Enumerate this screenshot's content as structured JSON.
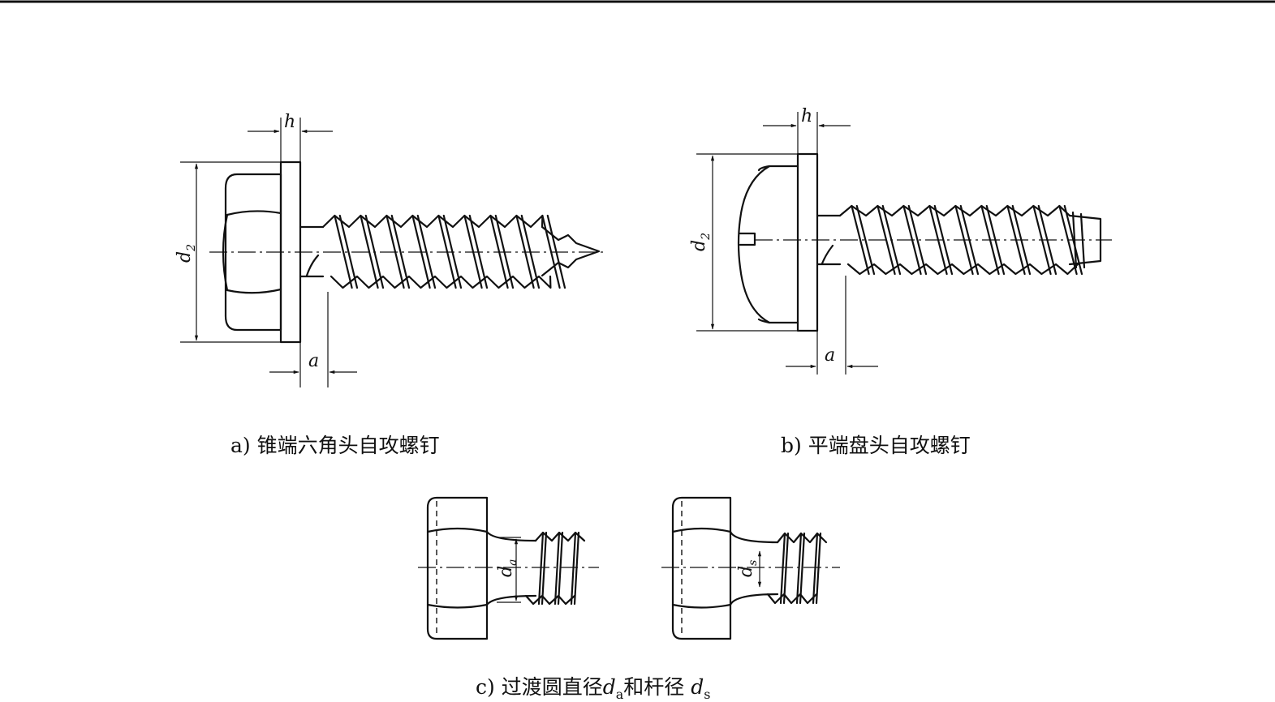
{
  "captions": {
    "a": "a) 锥端六角头自攻螺钉",
    "b": "b) 平端盘头自攻螺钉",
    "c_prefix": "c) 过渡圆直径",
    "c_and": "和杆径"
  },
  "dims": {
    "h": "h",
    "a": "a",
    "d": "d",
    "d2_sub": "2",
    "da_sub": "a",
    "ds_sub": "s"
  }
}
